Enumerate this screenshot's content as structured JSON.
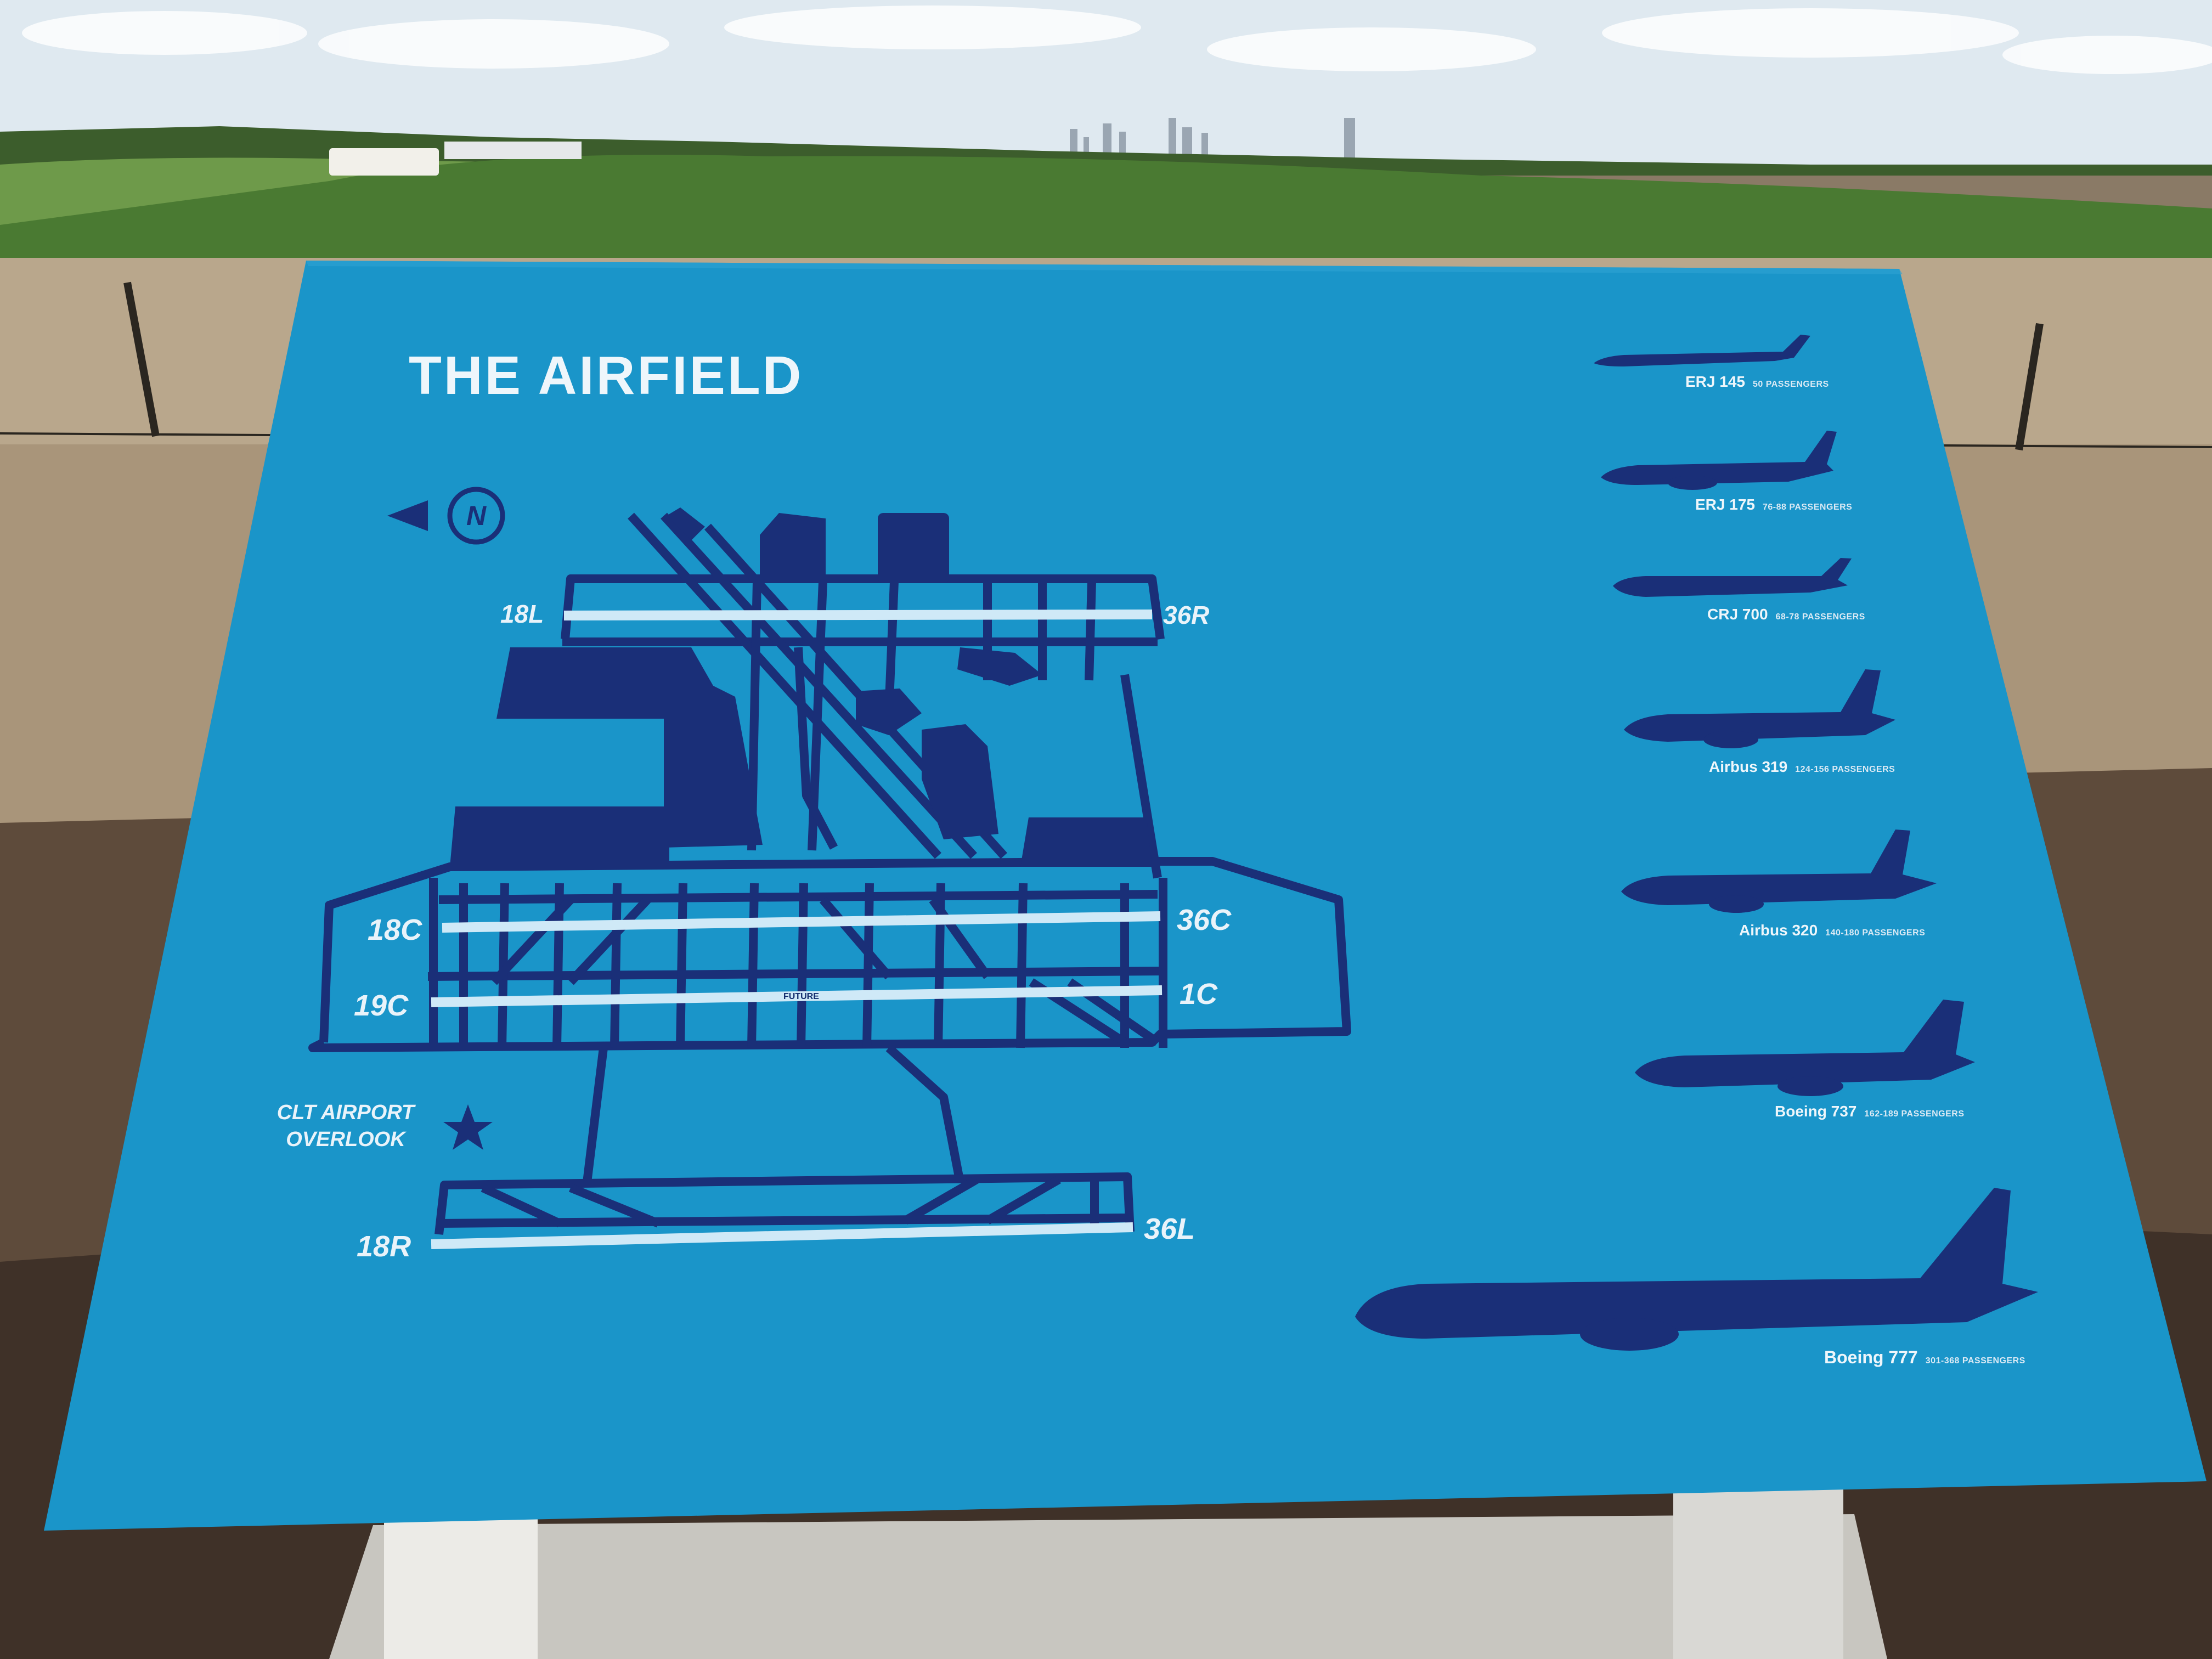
{
  "sign": {
    "title": "THE AIRFIELD",
    "north_marker": "N",
    "overlook_label": "CLT AIRPORT OVERLOOK",
    "runway_note": "FUTURE",
    "runways": [
      {
        "left": "18L",
        "right": "36R"
      },
      {
        "left": "18C",
        "right": "36C"
      },
      {
        "left": "19C",
        "right": "1C"
      },
      {
        "left": "18R",
        "right": "36L"
      }
    ],
    "aircraft": [
      {
        "name": "ERJ 145",
        "passengers": "50 PASSENGERS",
        "icon": "regional-jet-icon"
      },
      {
        "name": "ERJ 175",
        "passengers": "76-88 PASSENGERS",
        "icon": "regional-jet-icon"
      },
      {
        "name": "CRJ 700",
        "passengers": "68-78 PASSENGERS",
        "icon": "regional-jet-icon"
      },
      {
        "name": "Airbus 319",
        "passengers": "124-156 PASSENGERS",
        "icon": "narrowbody-jet-icon"
      },
      {
        "name": "Airbus 320",
        "passengers": "140-180 PASSENGERS",
        "icon": "narrowbody-jet-icon"
      },
      {
        "name": "Boeing 737",
        "passengers": "162-189 PASSENGERS",
        "icon": "narrowbody-jet-icon"
      },
      {
        "name": "Boeing 777",
        "passengers": "301-368 PASSENGERS",
        "icon": "widebody-jet-icon"
      }
    ]
  },
  "colors": {
    "sign_blue": "#1a95c9",
    "map_navy": "#1a2f78",
    "runway_white": "#cfe9f7",
    "sky": "#dfe9f0",
    "ground": "#8a7a66"
  }
}
